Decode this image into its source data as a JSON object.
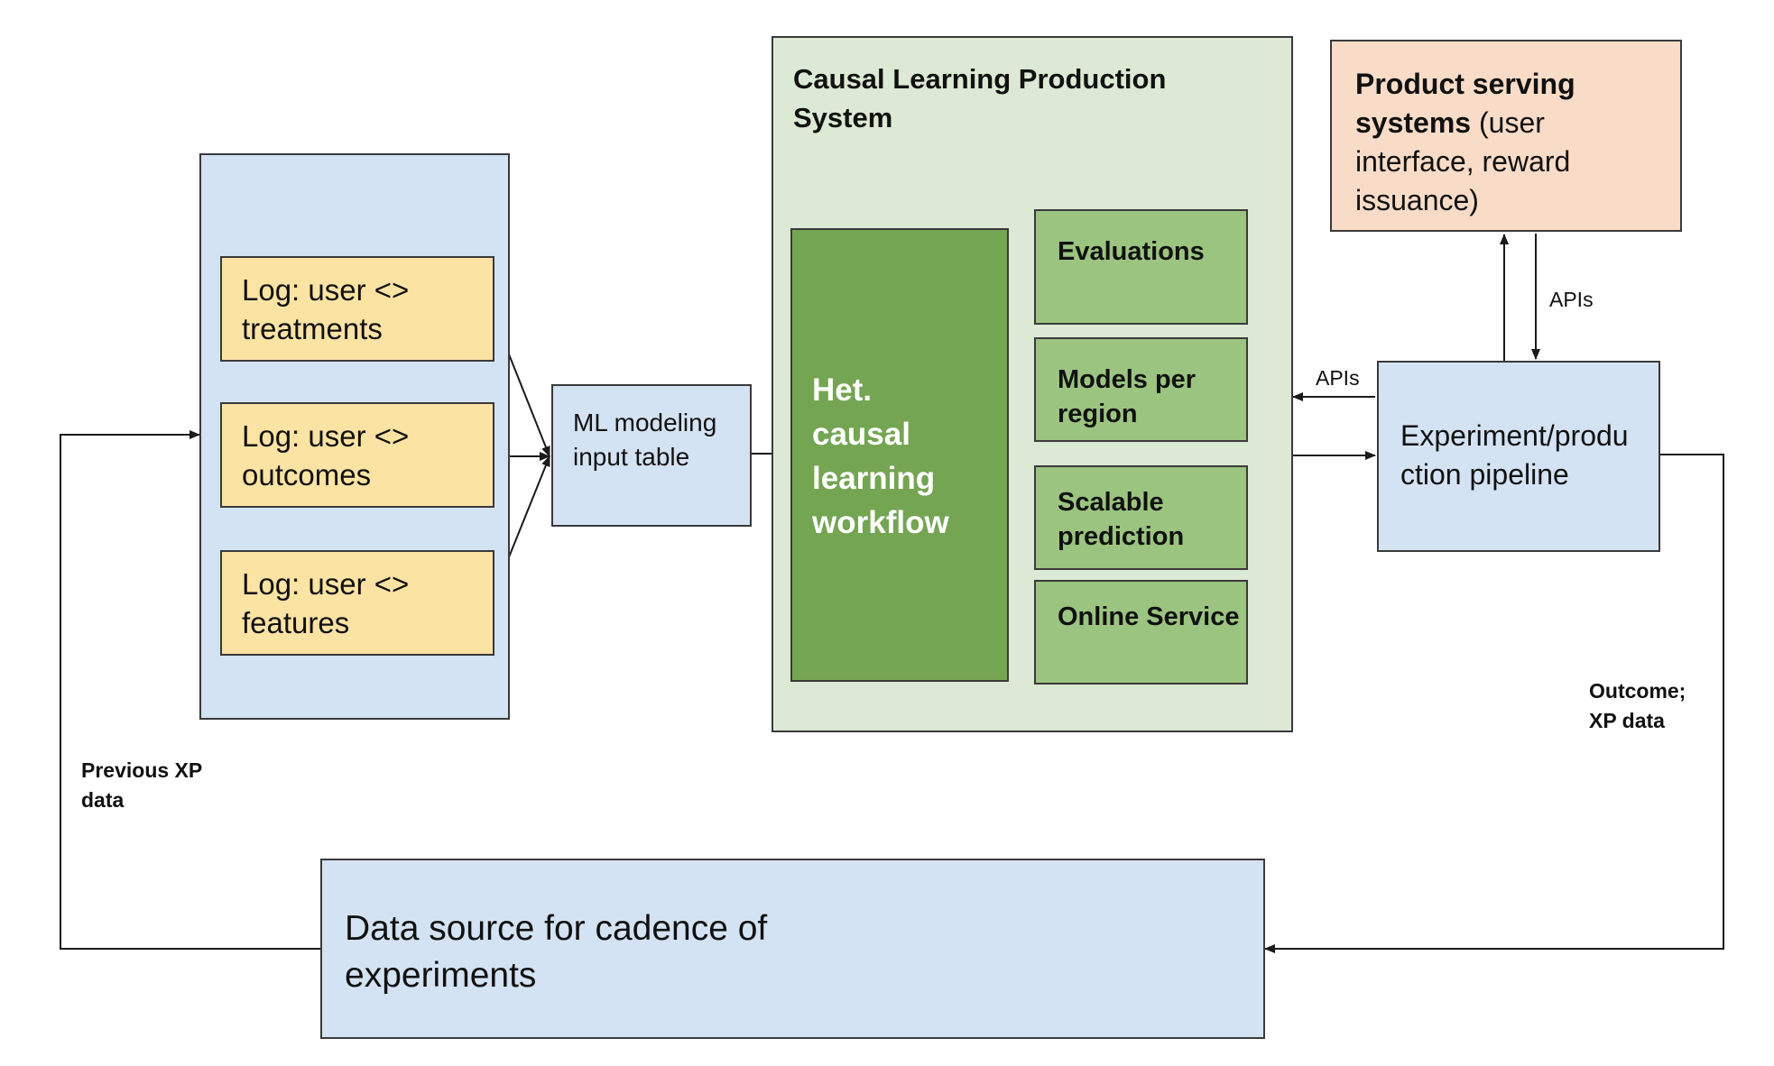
{
  "colors": {
    "blue_fill": "#d4e3f3",
    "yellow_fill": "#fbe3a4",
    "system_fill": "#dce9d4",
    "component_fill": "#9bc480",
    "workflow_fill": "#74a552",
    "serving_fill": "#f8dcc7"
  },
  "logs": {
    "treatments": "Log: user <> treatments",
    "outcomes": "Log: user <> outcomes",
    "features": "Log: user <> features"
  },
  "ml_table": "ML modeling input table",
  "system": {
    "title": "Causal Learning Production System",
    "workflow": "Het. causal learning workflow",
    "components": [
      "Evaluations",
      "Models per region",
      "Scalable prediction",
      "Online Service"
    ]
  },
  "serving": {
    "title_bold": "Product serving systems",
    "title_rest": " (user interface, reward issuance)"
  },
  "pipeline": "Experiment/production pipeline",
  "data_source": "Data source for cadence of experiments",
  "edge_labels": {
    "apis_top": "APIs",
    "apis_left": "APIs",
    "outcome": "Outcome; XP data",
    "previous": "Previous XP data"
  }
}
